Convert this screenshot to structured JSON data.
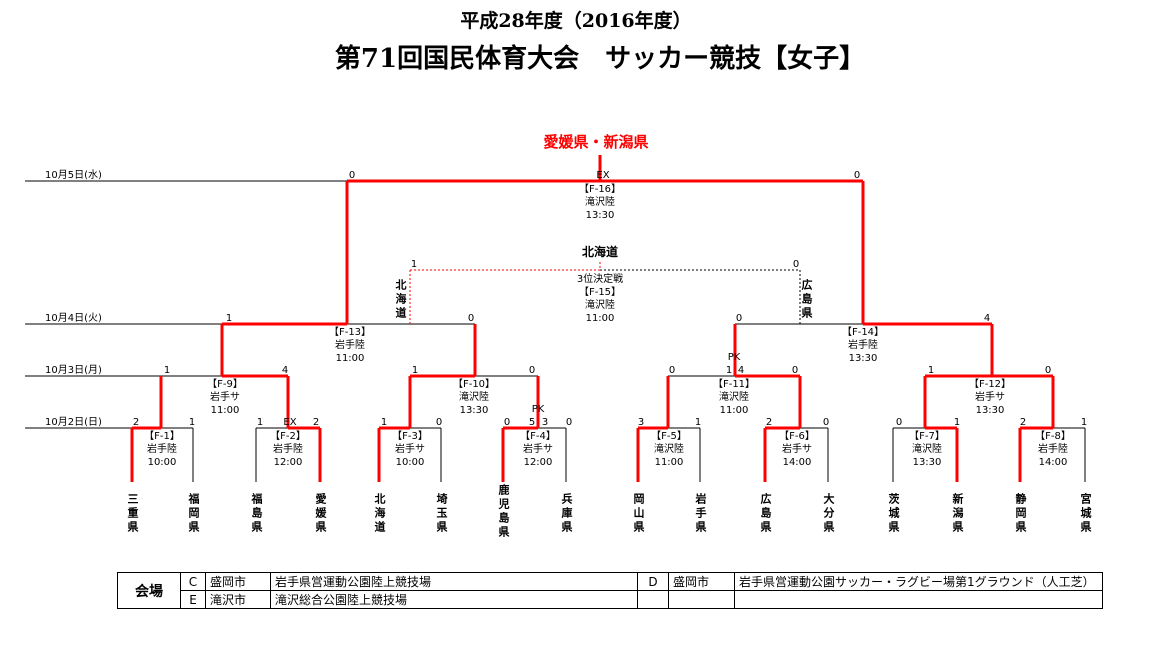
{
  "header": {
    "subtitle": "平成28年度（2016年度）",
    "title": "第71回国民体育大会　サッカー競技【女子】"
  },
  "champion": "愛媛県・新潟県",
  "third_place_winner": "北海道",
  "dates": [
    "10月5日(水)",
    "10月4日(火)",
    "10月3日(月)",
    "10月2日(日)"
  ],
  "teams": [
    "三重県",
    "福岡県",
    "福島県",
    "愛媛県",
    "北海道",
    "埼玉県",
    "鹿児島県",
    "兵庫県",
    "岡山県",
    "岩手県",
    "広島県",
    "大分県",
    "茨城県",
    "新潟県",
    "静岡県",
    "宮城県"
  ],
  "matches": {
    "F1": {
      "id": "【F-1】",
      "venue": "岩手陸",
      "time": "10:00",
      "left": "2",
      "right": "1"
    },
    "F2": {
      "id": "【F-2】",
      "venue": "岩手陸",
      "time": "12:00",
      "left": "1",
      "right": "2",
      "note": "EX"
    },
    "F3": {
      "id": "【F-3】",
      "venue": "岩手サ",
      "time": "10:00",
      "left": "1",
      "right": "0"
    },
    "F4": {
      "id": "【F-4】",
      "venue": "岩手サ",
      "time": "12:00",
      "left": "0",
      "right": "0",
      "note": "PK",
      "pk_left": "5",
      "pk_right": "3"
    },
    "F5": {
      "id": "【F-5】",
      "venue": "滝沢陸",
      "time": "11:00",
      "left": "3",
      "right": "1"
    },
    "F6": {
      "id": "【F-6】",
      "venue": "岩手サ",
      "time": "14:00",
      "left": "2",
      "right": "0"
    },
    "F7": {
      "id": "【F-7】",
      "venue": "滝沢陸",
      "time": "13:30",
      "left": "0",
      "right": "1"
    },
    "F8": {
      "id": "【F-8】",
      "venue": "岩手陸",
      "time": "14:00",
      "left": "2",
      "right": "1"
    },
    "F9": {
      "id": "【F-9】",
      "venue": "岩手サ",
      "time": "11:00",
      "left": "1",
      "right": "4"
    },
    "F10": {
      "id": "【F-10】",
      "venue": "滝沢陸",
      "time": "13:30",
      "left": "1",
      "right": "0"
    },
    "F11": {
      "id": "【F-11】",
      "venue": "滝沢陸",
      "time": "11:00",
      "left": "0",
      "right": "0",
      "note": "PK",
      "pk_left": "1",
      "pk_right": "4"
    },
    "F12": {
      "id": "【F-12】",
      "venue": "岩手サ",
      "time": "13:30",
      "left": "1",
      "right": "0"
    },
    "F13": {
      "id": "【F-13】",
      "venue": "岩手陸",
      "time": "11:00",
      "left": "1",
      "right": "0"
    },
    "F14": {
      "id": "【F-14】",
      "venue": "岩手陸",
      "time": "13:30",
      "left": "0",
      "right": "4"
    },
    "F15": {
      "label": "3位決定戦",
      "id": "【F-15】",
      "venue": "滝沢陸",
      "time": "11:00",
      "left": "1",
      "right": "0",
      "left_team": "北海道",
      "right_team": "広島県"
    },
    "F16": {
      "id": "【F-16】",
      "venue": "滝沢陸",
      "time": "13:30",
      "left": "0",
      "right": "0",
      "note": "EX"
    }
  },
  "venues": {
    "header": "会場",
    "rows": [
      {
        "code": "C",
        "city": "盛岡市",
        "name": "岩手県営運動公園陸上競技場"
      },
      {
        "code": "D",
        "city": "盛岡市",
        "name": "岩手県営運動公園サッカー・ラグビー場第1グラウンド（人工芝）"
      },
      {
        "code": "E",
        "city": "滝沢市",
        "name": "滝沢総合公園陸上競技場"
      }
    ]
  },
  "colors": {
    "winner_line": "#ff0000",
    "line": "#000000",
    "time_text": "#1f3a8a"
  }
}
